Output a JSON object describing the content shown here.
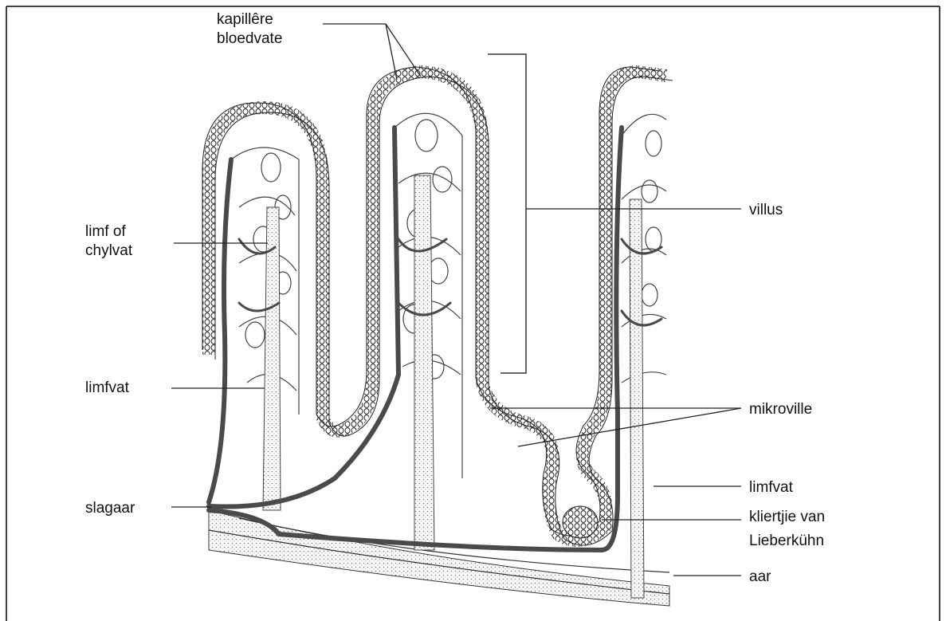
{
  "labels": {
    "kapillere_line1": "kapillêre",
    "kapillere_line2": "bloedvate",
    "limf_line1": "limf of",
    "limf_line2": "chylvat",
    "limfvat_left": "limfvat",
    "slagaar": "slagaar",
    "villus": "villus",
    "mikroville": "mikroville",
    "limfvat_right": "limfvat",
    "kliertjie_line1": "kliertjie van",
    "kliertjie_line2": "Lieberkühn",
    "aar": "aar"
  },
  "colors": {
    "ink": "#1a1a1a",
    "vessel_dark": "#4a4a4a",
    "stipple": "#cfcfcf"
  }
}
